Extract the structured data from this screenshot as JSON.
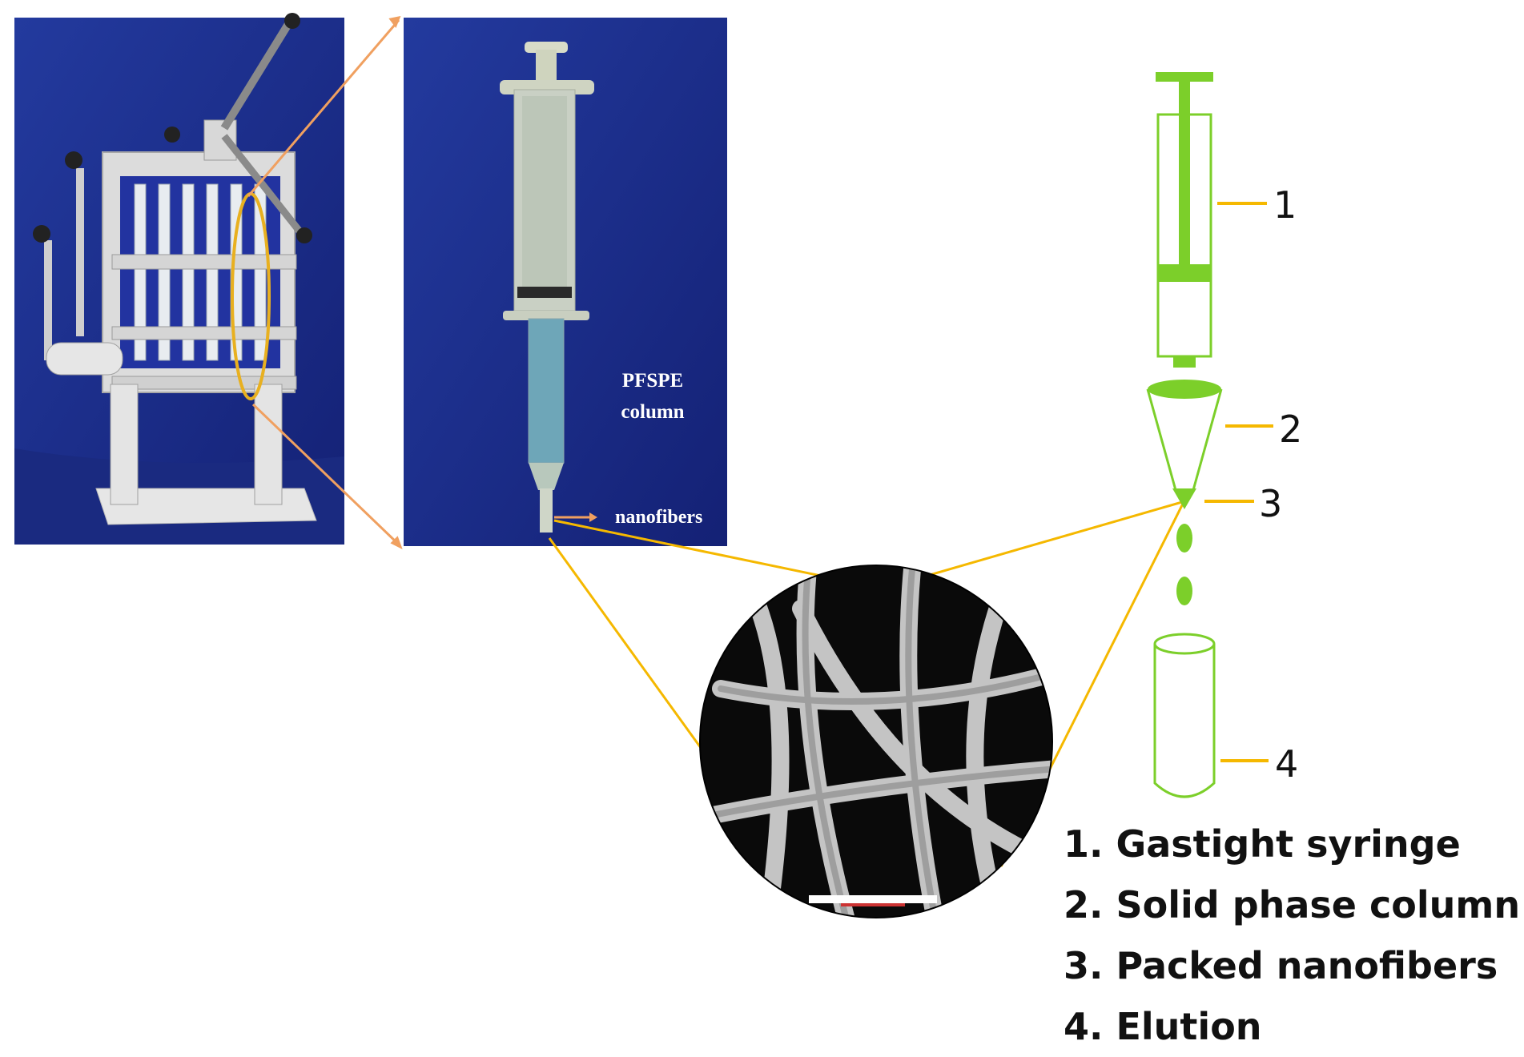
{
  "photo_labels": {
    "column_line1": "PFSPE",
    "column_line2": "column",
    "nanofibers": "nanofibers"
  },
  "callout_numbers": [
    "1",
    "2",
    "3",
    "4"
  ],
  "legend": [
    "1. Gastight syringe",
    "2. Solid phase column",
    "3. Packed nanofibers",
    "4. Elution"
  ],
  "colors": {
    "photo_background": "#1b2c8a",
    "orange_connector": "#f0a060",
    "yellow_connector": "#f5b800",
    "schematic_green": "#7ccf2a",
    "sem_background": "#0a0a0a"
  },
  "icons": {
    "apparatus": "spe-manifold-device",
    "syringe_photo": "pfspe-syringe-column",
    "sem": "nanofiber-sem-micrograph"
  }
}
